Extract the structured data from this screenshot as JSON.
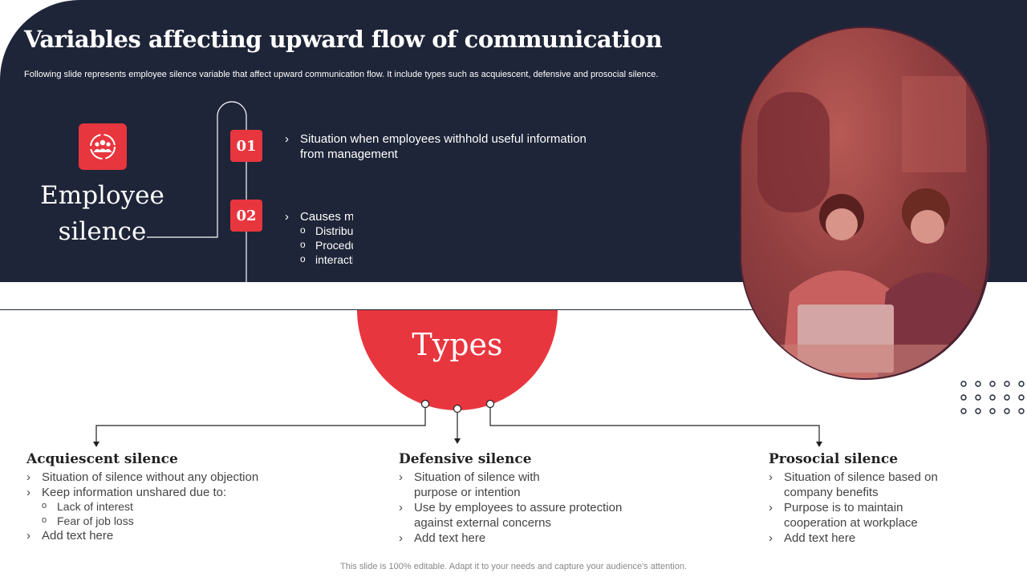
{
  "header": {
    "title": "Variables affecting upward flow of communication",
    "subtitle": "Following slide represents employee silence variable that affect upward communication flow. It include types such as acquiescent, defensive and prosocial silence."
  },
  "employee_silence": {
    "title_line1": "Employee",
    "title_line2": "silence",
    "icon": "team-cycle-icon",
    "points": [
      {
        "number": "01",
        "text_line1": "Situation when employees withhold useful information",
        "text_line2": "from management"
      },
      {
        "number": "02",
        "text": "Causes may include:",
        "sub": [
          "Distributive",
          "Procedural",
          "interactional"
        ]
      }
    ]
  },
  "types_label": "Types",
  "columns": [
    {
      "title": "Acquiescent silence",
      "bullets": [
        "Situation of silence without any objection",
        "Keep information unshared due to:"
      ],
      "sub_bullets": [
        "Lack of interest",
        "Fear of job loss"
      ],
      "last": "Add text here"
    },
    {
      "title": "Defensive silence",
      "bullets": [
        "Situation of silence with",
        "purpose or intention",
        "Use by employees to assure protection",
        "against external concerns",
        "Add text here"
      ]
    },
    {
      "title": "Prosocial silence",
      "bullets": [
        "Situation of silence based on",
        "company benefits",
        "Purpose is to maintain",
        "cooperation at workplace",
        "Add text here"
      ]
    }
  ],
  "footer": "This slide is 100% editable. Adapt it to your needs and capture your audience's attention.",
  "colors": {
    "navy": "#1e2538",
    "accent": "#e8363f"
  }
}
